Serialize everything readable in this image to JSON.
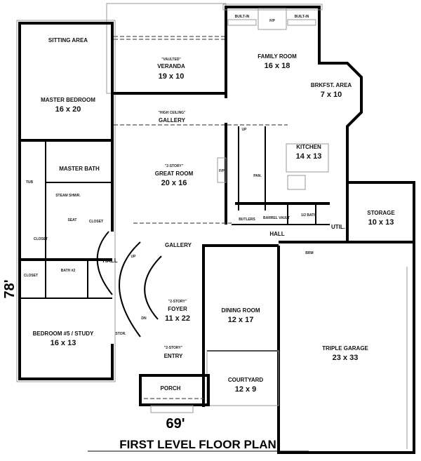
{
  "title": "FIRST LEVEL FLOOR PLAN",
  "overall_width": "69'",
  "overall_depth": "78'",
  "rooms": {
    "sitting_area": {
      "name": "SITTING AREA"
    },
    "master_bedroom": {
      "name": "MASTER BEDROOM",
      "size": "16 x 20"
    },
    "veranda": {
      "note": "\"VAULTED\"",
      "name": "VERANDA",
      "size": "19 x 10"
    },
    "gallery_top": {
      "note": "\"HIGH CEILING\"",
      "name": "GALLERY"
    },
    "family_room": {
      "name": "FAMILY ROOM",
      "size": "16 x 18"
    },
    "brkfst": {
      "name": "BRKFST. AREA",
      "size": "7 x 10"
    },
    "kitchen": {
      "name": "KITCHEN",
      "size": "14 x 13"
    },
    "great_room": {
      "note": "\"2-STORY\"",
      "name": "GREAT ROOM",
      "size": "20 x 16"
    },
    "master_bath": {
      "name": "MASTER BATH"
    },
    "tub": {
      "name": "TUB"
    },
    "steam_shwr": {
      "name": "STEAM SHWR."
    },
    "seat": {
      "name": "SEAT"
    },
    "closet_master": {
      "name": "CLOSET"
    },
    "closet_left": {
      "name": "CLOSET"
    },
    "closet_bed5": {
      "name": "CLOSET"
    },
    "bath2": {
      "name": "BATH #2"
    },
    "bedroom5": {
      "name": "BEDROOM #5 / STUDY",
      "size": "16 x 13"
    },
    "hall_left": {
      "name": "HALL"
    },
    "gallery_mid": {
      "name": "GALLERY"
    },
    "foyer": {
      "note": "\"2-STORY\"",
      "name": "FOYER",
      "size": "11 x 22"
    },
    "entry": {
      "note": "\"2-STORY\"",
      "name": "ENTRY"
    },
    "porch": {
      "name": "PORCH"
    },
    "stor": {
      "name": "STOR."
    },
    "dining": {
      "name": "DINING ROOM",
      "size": "12 x 17"
    },
    "courtyard": {
      "name": "COURTYARD",
      "size": "12 x 9"
    },
    "triple_garage": {
      "name": "TRIPLE GARAGE",
      "size": "23 x 33"
    },
    "storage": {
      "name": "STORAGE",
      "size": "10 x 13"
    },
    "util": {
      "name": "UTIL."
    },
    "half_bath": {
      "name": "1/2 BATH"
    },
    "hall_right": {
      "name": "HALL"
    },
    "butlers": {
      "name": "BUTLERS"
    },
    "barrel_vault": {
      "name": "BARREL VAULT"
    },
    "pan": {
      "name": "PAN."
    },
    "fp_family": {
      "name": "F/P"
    },
    "fp_great": {
      "name": "F/P"
    },
    "built_in_left": {
      "name": "BUILT-IN"
    },
    "built_in_right": {
      "name": "BUILT-IN"
    },
    "brm": {
      "name": "BRM"
    },
    "up_main": {
      "name": "UP"
    },
    "up_back": {
      "name": "UP"
    },
    "dn": {
      "name": "DN"
    }
  }
}
